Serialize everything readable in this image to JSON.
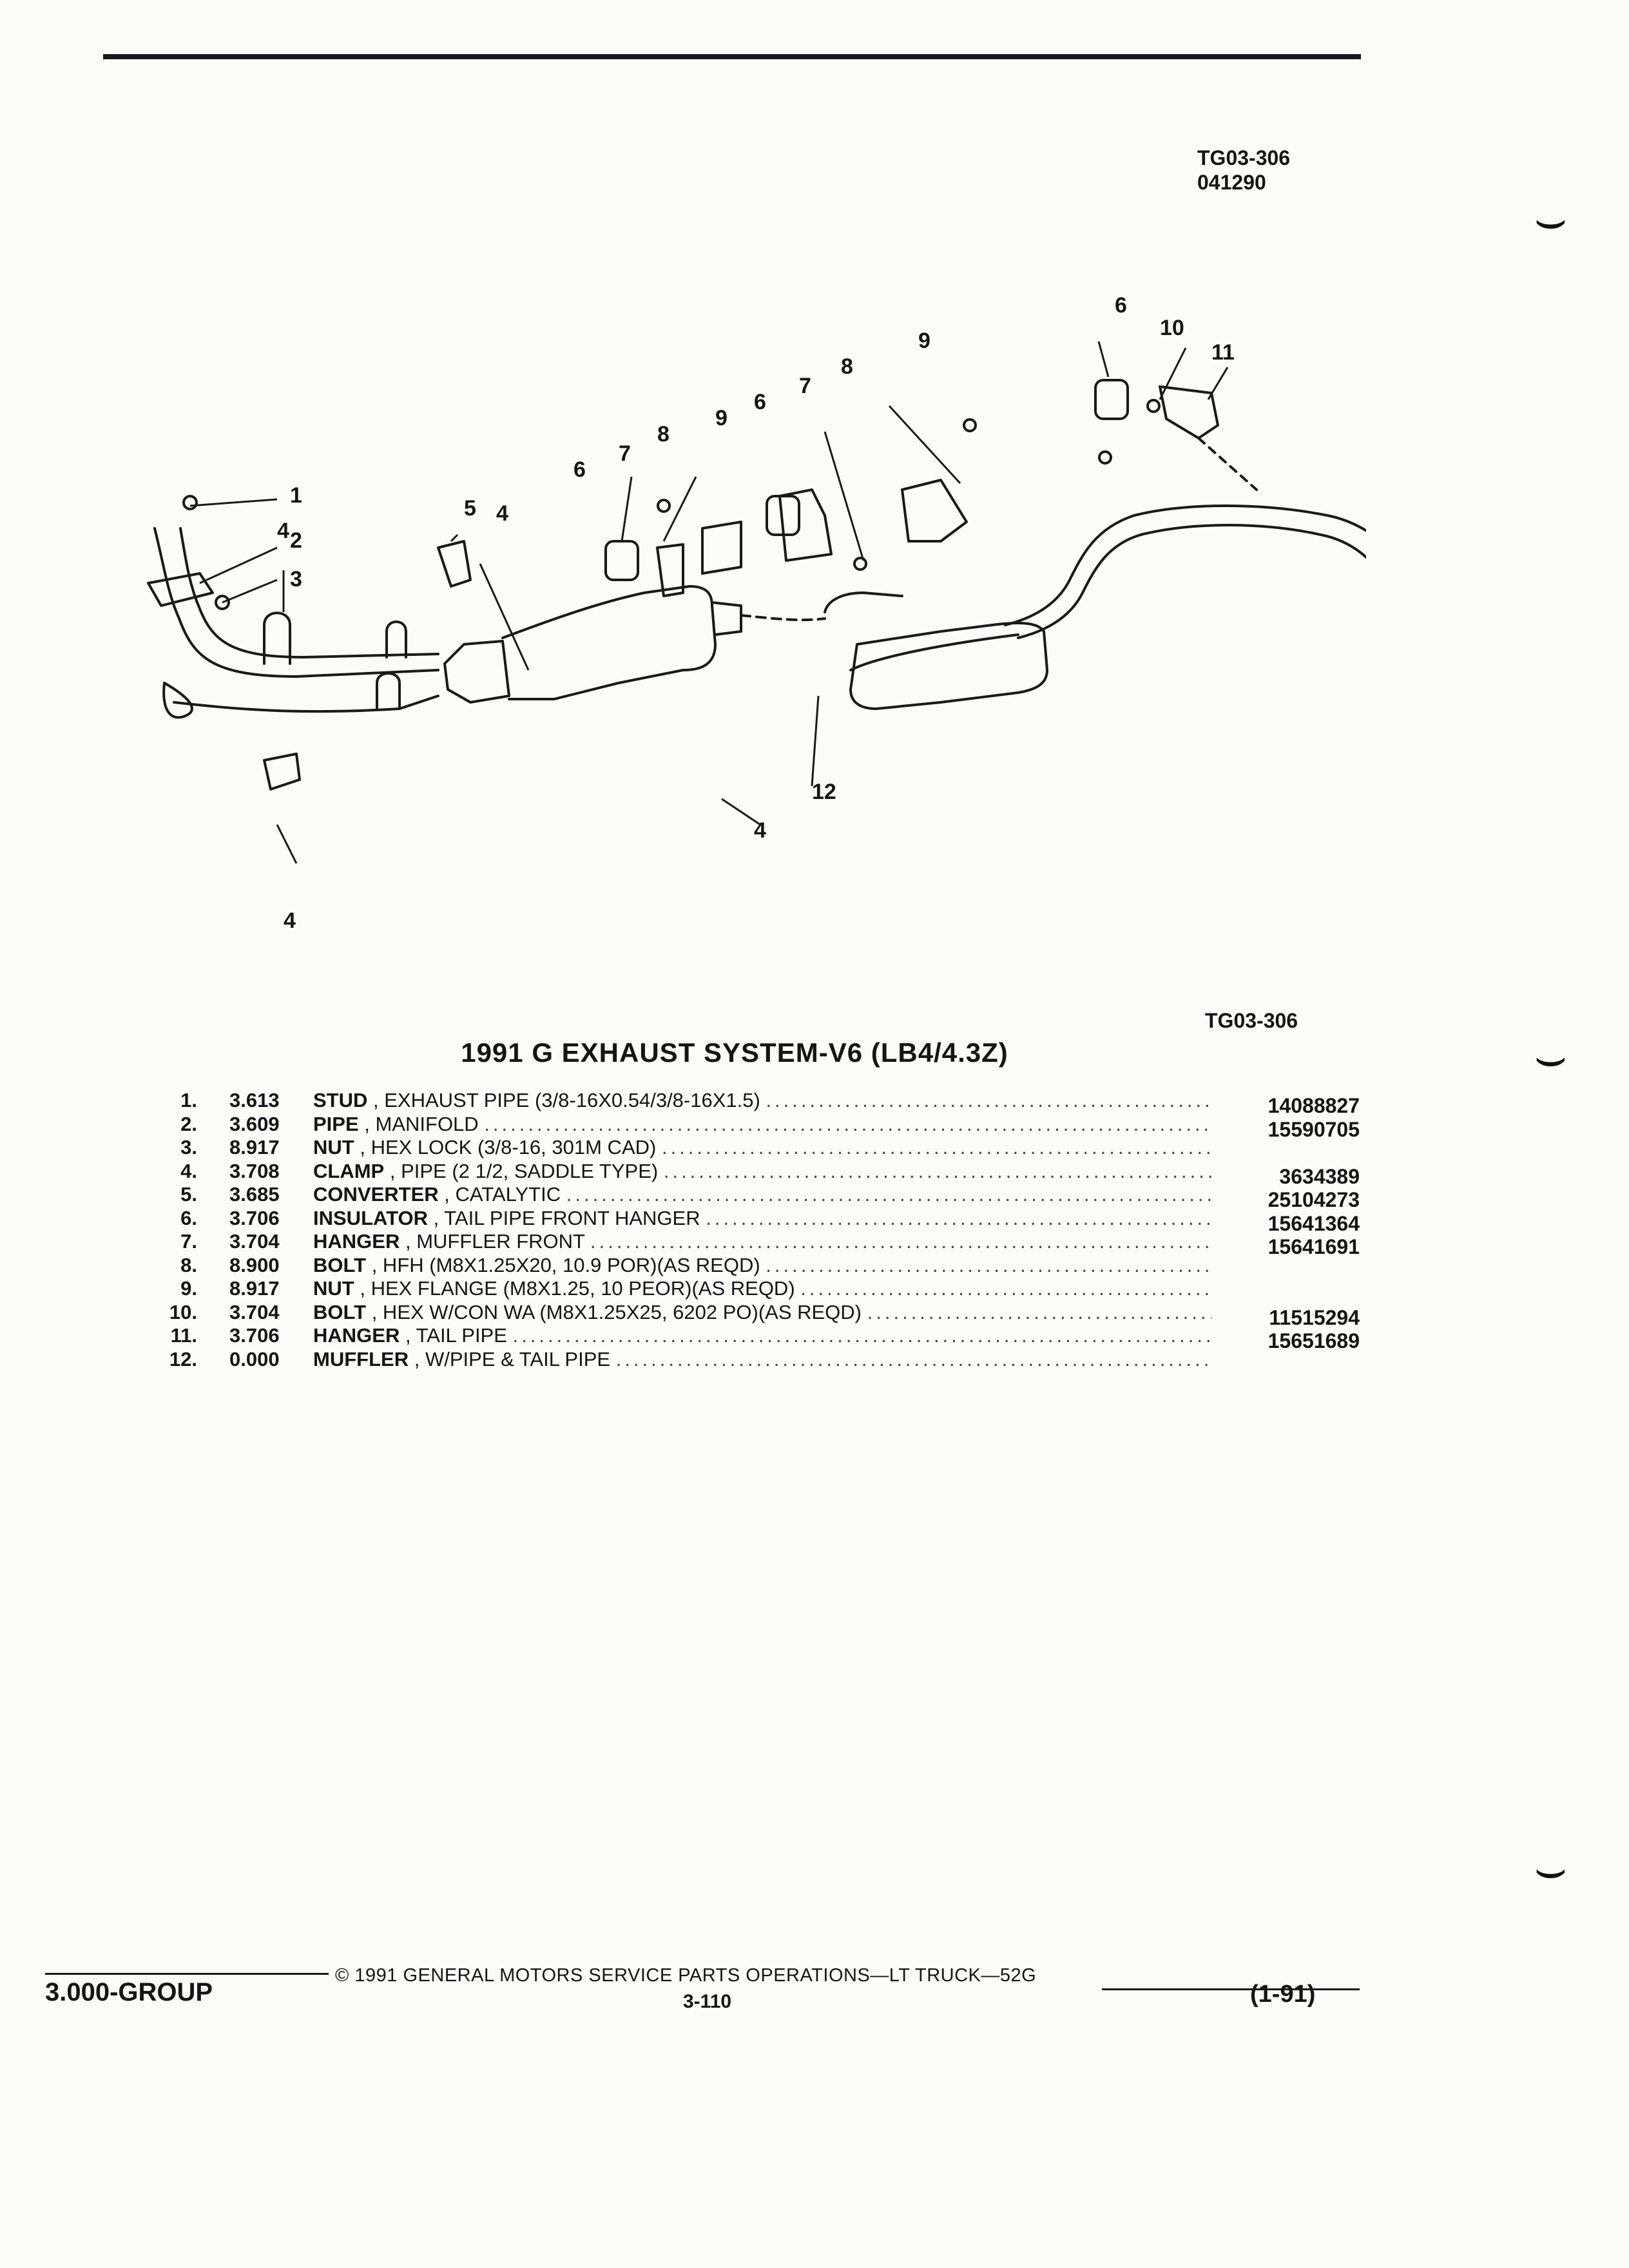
{
  "header": {
    "ref_code": "TG03-306",
    "ref_date": "041290"
  },
  "diagram": {
    "figure_code": "TG03-306",
    "callouts": [
      "1",
      "2",
      "3",
      "4",
      "5",
      "6",
      "7",
      "8",
      "9",
      "10",
      "11",
      "12"
    ]
  },
  "parts_list": {
    "title": "1991 G EXHAUST SYSTEM-V6 (LB4/4.3Z)",
    "items": [
      {
        "num": "1.",
        "group": "3.613",
        "name": "STUD",
        "spec": ", EXHAUST PIPE (3/8-16X0.54/3/8-16X1.5)",
        "part_no": "14088827"
      },
      {
        "num": "2.",
        "group": "3.609",
        "name": "PIPE",
        "spec": ", MANIFOLD",
        "part_no": "15590705"
      },
      {
        "num": "3.",
        "group": "8.917",
        "name": "NUT",
        "spec": ", HEX LOCK (3/8-16, 301M CAD)",
        "part_no": ""
      },
      {
        "num": "4.",
        "group": "3.708",
        "name": "CLAMP",
        "spec": ", PIPE (2 1/2, SADDLE TYPE)",
        "part_no": "3634389"
      },
      {
        "num": "5.",
        "group": "3.685",
        "name": "CONVERTER",
        "spec": ", CATALYTIC",
        "part_no": "25104273"
      },
      {
        "num": "6.",
        "group": "3.706",
        "name": "INSULATOR",
        "spec": ", TAIL PIPE FRONT HANGER",
        "part_no": "15641364"
      },
      {
        "num": "7.",
        "group": "3.704",
        "name": "HANGER",
        "spec": ", MUFFLER FRONT",
        "part_no": "15641691"
      },
      {
        "num": "8.",
        "group": "8.900",
        "name": "BOLT",
        "spec": ", HFH (M8X1.25X20, 10.9 POR)(AS REQD)",
        "part_no": ""
      },
      {
        "num": "9.",
        "group": "8.917",
        "name": "NUT",
        "spec": ", HEX FLANGE (M8X1.25, 10 PEOR)(AS REQD)",
        "part_no": ""
      },
      {
        "num": "10.",
        "group": "3.704",
        "name": "BOLT",
        "spec": ", HEX W/CON WA (M8X1.25X25, 6202 PO)(AS REQD)",
        "part_no": "11515294"
      },
      {
        "num": "11.",
        "group": "3.706",
        "name": "HANGER",
        "spec": ", TAIL PIPE",
        "part_no": "15651689"
      },
      {
        "num": "12.",
        "group": "0.000",
        "name": "MUFFLER",
        "spec": ", W/PIPE & TAIL PIPE",
        "part_no": ""
      }
    ]
  },
  "footer": {
    "group": "3.000-GROUP",
    "copyright": "© 1991 GENERAL MOTORS SERVICE PARTS OPERATIONS—LT TRUCK—52G",
    "page": "3-110",
    "date": "(1-91)"
  }
}
